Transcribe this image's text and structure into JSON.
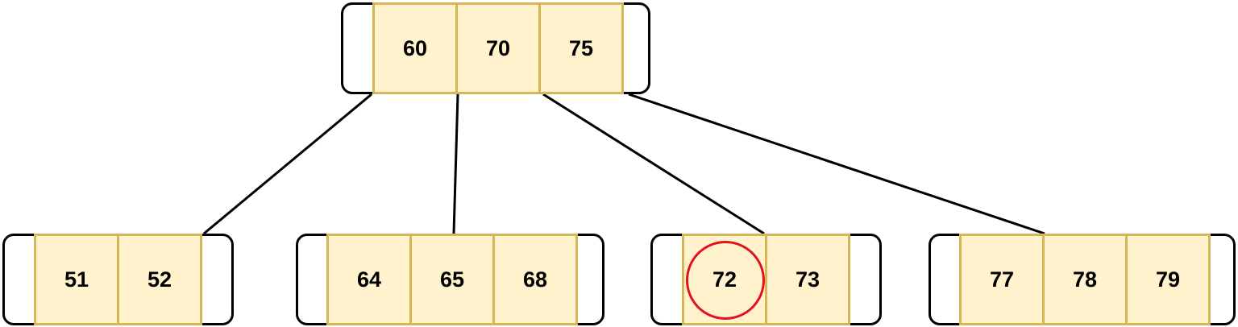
{
  "tree": {
    "root": {
      "keys": [
        "60",
        "70",
        "75"
      ]
    },
    "leaves": [
      {
        "keys": [
          "51",
          "52"
        ]
      },
      {
        "keys": [
          "64",
          "65",
          "68"
        ]
      },
      {
        "keys": [
          "72",
          "73"
        ],
        "highlighted_key": "72"
      },
      {
        "keys": [
          "77",
          "78",
          "79"
        ]
      }
    ]
  },
  "colors": {
    "key_fill": "#fff2cc",
    "key_border": "#d6b656",
    "node_border": "#000000",
    "highlight": "#e0141e"
  }
}
